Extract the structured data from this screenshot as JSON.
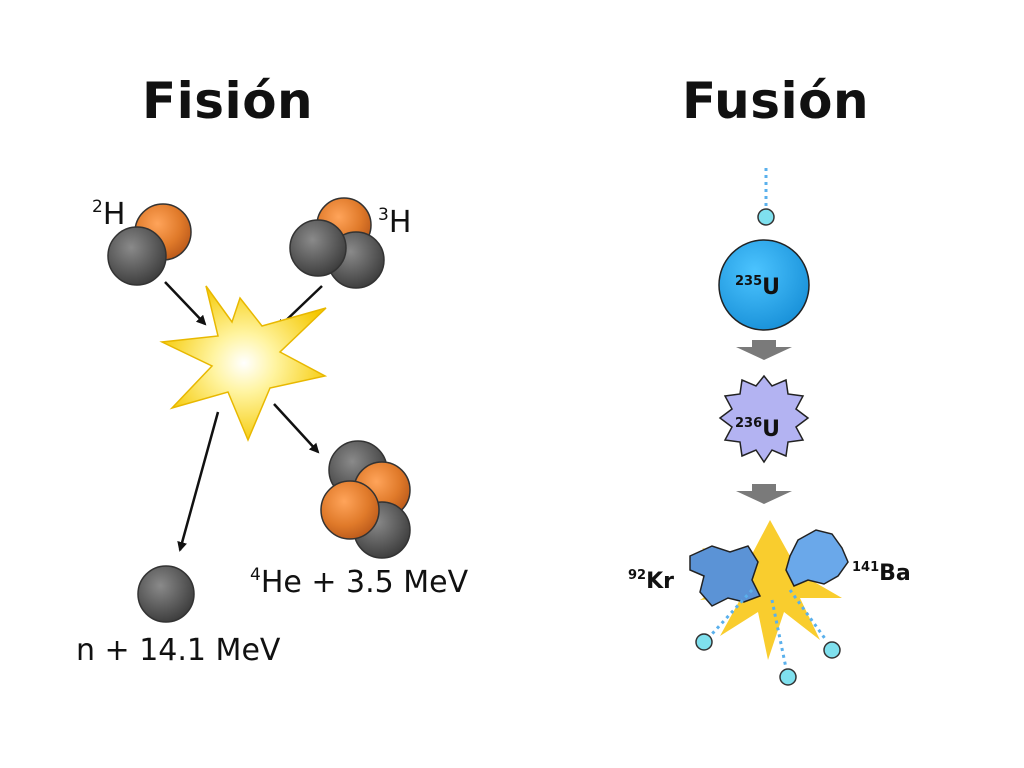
{
  "titles": {
    "left": "Fisión",
    "right": "Fusión"
  },
  "left_panel": {
    "deuterium": {
      "sup": "2",
      "symbol": "H"
    },
    "tritium": {
      "sup": "3",
      "symbol": "H"
    },
    "helium": {
      "sup": "4",
      "rest": "He + 3.5 MeV"
    },
    "neutron": {
      "text": "n + 14.1 MeV"
    }
  },
  "right_panel": {
    "u235": {
      "sup": "235",
      "symbol": "U"
    },
    "u236": {
      "sup": "236",
      "symbol": "U"
    },
    "krypton": {
      "sup": "92",
      "symbol": "Kr"
    },
    "barium": {
      "sup": "141",
      "symbol": "Ba"
    }
  },
  "colors": {
    "proton": "#e07a2a",
    "neutron": "#5a5a5a",
    "flash": "#f5c800",
    "u235": "#1aa0e6",
    "u236": "#b3b3f2",
    "fragment": "#5b93d6",
    "neutron_particle": "#7fe0ee",
    "arrow_gray": "#7a7a7a"
  }
}
